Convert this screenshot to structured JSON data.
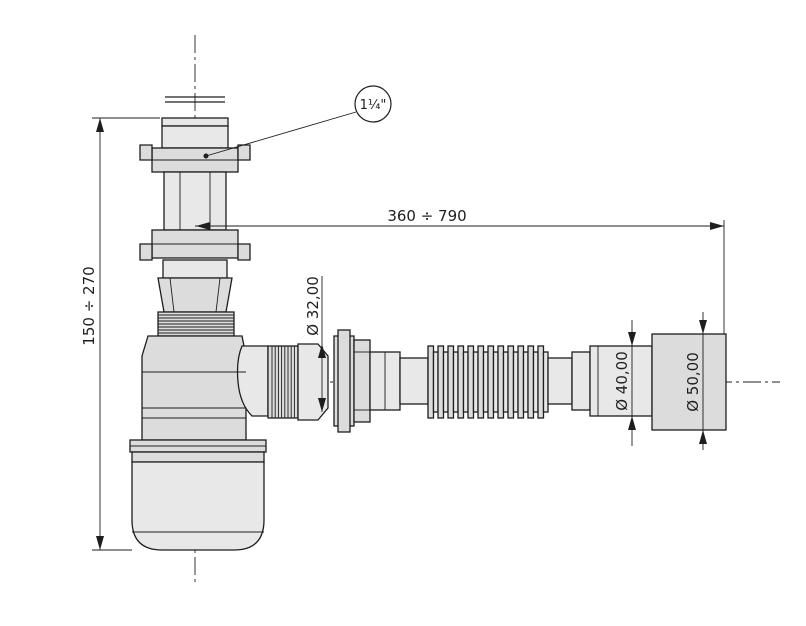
{
  "dimensions": {
    "thread_size": "1¼\"",
    "horizontal_length": "360 ÷ 790",
    "vertical_height": "150 ÷ 270",
    "diameter_inlet": "Ø 32,00",
    "diameter_outlet_small": "Ø 40,00",
    "diameter_outlet_large": "Ø 50,00"
  }
}
